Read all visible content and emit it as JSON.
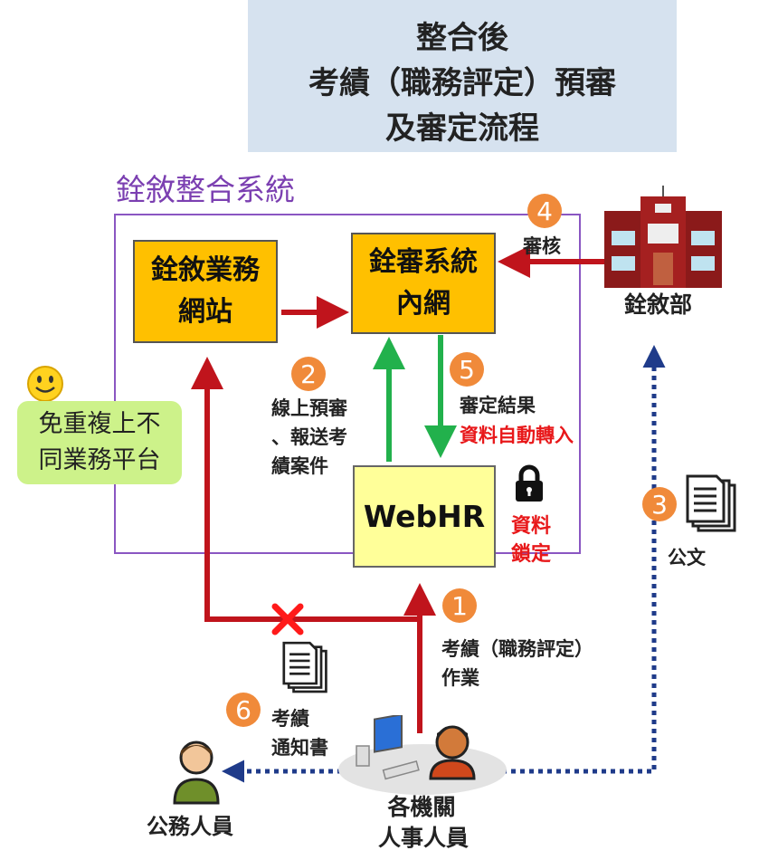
{
  "title": {
    "lines": [
      "整合後",
      "考績（職務評定）預審",
      "及審定流程"
    ]
  },
  "system_label": "銓敘整合系統",
  "boxes": {
    "portal": {
      "line1": "銓敘業務",
      "line2": "網站"
    },
    "review": {
      "line1": "銓審系統",
      "line2": "內網"
    },
    "webhr": "WebHR"
  },
  "ministry_label": "銓敘部",
  "lock_label": {
    "line1": "資料",
    "line2": "鎖定"
  },
  "note": {
    "line1": "免重複上不",
    "line2": "同業務平台"
  },
  "steps": {
    "s1": {
      "num": "1",
      "line1": "考績（職務評定）",
      "line2": "作業"
    },
    "s2": {
      "num": "2",
      "line1": "線上預審",
      "line2": "、報送考",
      "line3": "績案件"
    },
    "s3": {
      "num": "3",
      "label": "公文"
    },
    "s4": {
      "num": "4",
      "label": "審核"
    },
    "s5": {
      "num": "5",
      "line1": "審定結果",
      "line2": "資料自動轉入"
    },
    "s6": {
      "num": "6",
      "line1": "考績",
      "line2": "通知書"
    }
  },
  "agency_label": {
    "line1": "各機關",
    "line2": "人事人員"
  },
  "civil_servant_label": "公務人員",
  "colors": {
    "red_arrow": "#c0141c",
    "green_arrow": "#22b14c",
    "blue_dotted": "#1f3b8a",
    "orange_box": "#ffc000",
    "step_circle": "#f08a3a"
  },
  "icons": [
    "smiley-icon",
    "lock-icon",
    "building-icon",
    "document-icon",
    "computer-icon",
    "person-icon"
  ]
}
